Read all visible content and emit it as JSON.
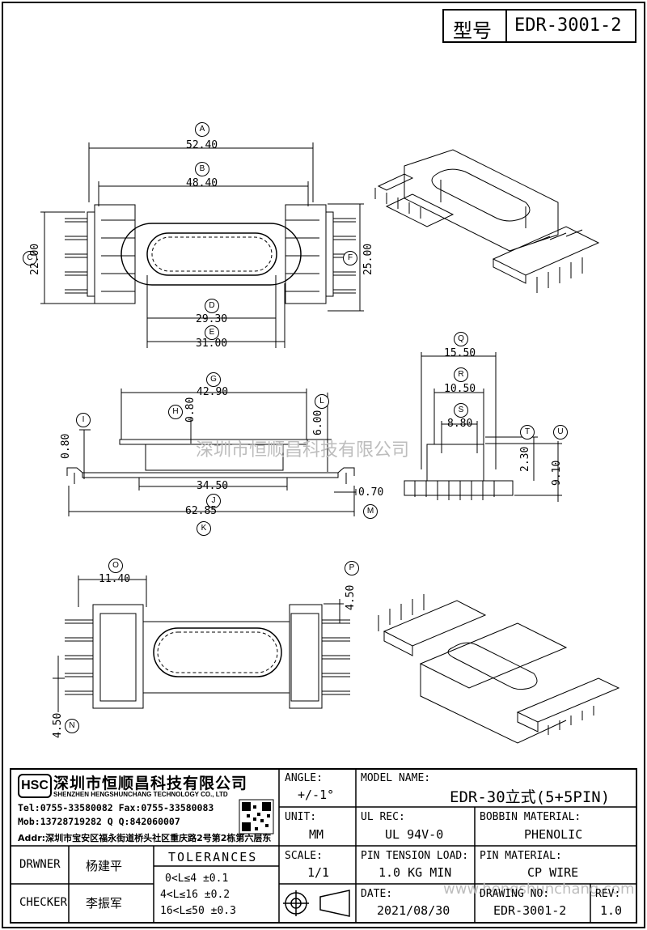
{
  "header": {
    "model_label": "型号",
    "model_value": "EDR-3001-2"
  },
  "dims": {
    "A": {
      "mark": "A",
      "value": "52.40"
    },
    "B": {
      "mark": "B",
      "value": "48.40"
    },
    "C": {
      "mark": "C",
      "value": "22.00"
    },
    "D": {
      "mark": "D",
      "value": "29.30"
    },
    "E": {
      "mark": "E",
      "value": "31.00"
    },
    "F": {
      "mark": "F",
      "value": "25.00"
    },
    "G": {
      "mark": "G",
      "value": "42.90"
    },
    "H": {
      "mark": "H",
      "value": "0.80"
    },
    "I": {
      "mark": "I",
      "value": "0.80"
    },
    "J": {
      "mark": "J",
      "value": "34.50"
    },
    "K": {
      "mark": "K",
      "value": "62.85"
    },
    "L": {
      "mark": "L",
      "value": "6.00"
    },
    "M": {
      "mark": "M",
      "value": "0.70"
    },
    "N": {
      "mark": "N",
      "value": "4.50"
    },
    "O": {
      "mark": "O",
      "value": "11.40"
    },
    "P": {
      "mark": "P",
      "value": "4.50"
    },
    "Q": {
      "mark": "Q",
      "value": "15.50"
    },
    "R": {
      "mark": "R",
      "value": "10.50"
    },
    "S": {
      "mark": "S",
      "value": "8.80"
    },
    "T": {
      "mark": "T",
      "value": "2.30"
    },
    "U": {
      "mark": "U",
      "value": "9.10"
    }
  },
  "watermark": {
    "top": "深圳市恒顺昌科技有限公司",
    "bottom": "www.hengshunchang.com"
  },
  "company": {
    "logo": "HSC",
    "name_cn": "深圳市恒顺昌科技有限公司",
    "name_en": "SHENZHEN HENGSHUNCHANG TECHNOLOGY CO., LTD",
    "tel": "Tel:0755-33580082 Fax:0755-33580083",
    "mob": "Mob:13728719282     Q Q:842060007",
    "addr": "Addr:深圳市宝安区福永街道桥头社区重庆路2号第2栋第六层东"
  },
  "title_block": {
    "angle_label": "ANGLE:",
    "angle_value": "+/-1°",
    "model_name_label": "MODEL NAME:",
    "model_name_value": "EDR-30立式(5+5PIN)",
    "unit_label": "UNIT:",
    "unit_value": "MM",
    "ul_label": "UL REC:",
    "ul_value": "UL 94V-0",
    "bobbin_label": "BOBBIN MATERIAL:",
    "bobbin_value": "PHENOLIC",
    "drwner_label": "DRWNER",
    "drwner_value": "杨建平",
    "tolerances_label": "TOLERANCES",
    "tol_1": "0<L≤4     ±0.1",
    "tol_2": "4<L≤16    ±0.2",
    "tol_3": "16<L≤50   ±0.3",
    "scale_label": "SCALE:",
    "scale_value": "1/1",
    "pin_tension_label": "PIN TENSION LOAD:",
    "pin_tension_value": "1.0 KG MIN",
    "pin_material_label": "PIN MATERIAL:",
    "pin_material_value": "CP WIRE",
    "checker_label": "CHECKER",
    "checker_value": "李振军",
    "date_label": "DATE:",
    "date_value": "2021/08/30",
    "drawing_label": "DRAWING NO:",
    "drawing_value": "EDR-3001-2",
    "rev_label": "REV:",
    "rev_value": "1.0"
  }
}
